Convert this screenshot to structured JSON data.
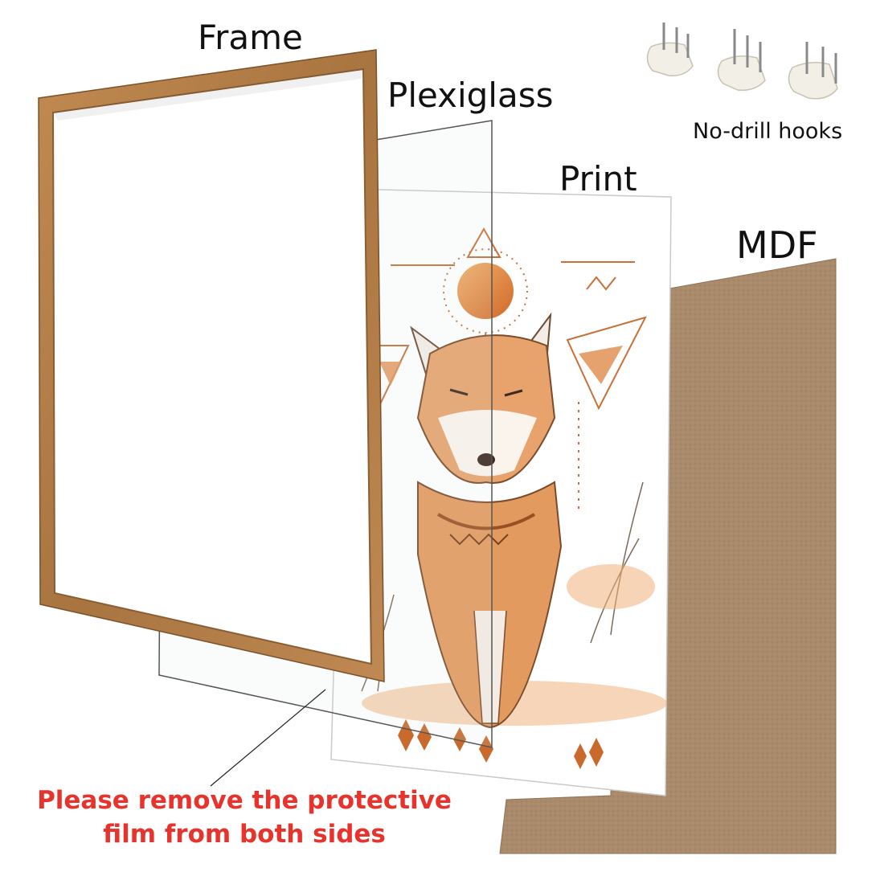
{
  "labels": {
    "frame": "Frame",
    "plexiglass": "Plexiglass",
    "print": "Print",
    "mdf": "MDF",
    "hooks": "No-drill hooks"
  },
  "notice": {
    "line1": "Please remove the protective",
    "line2": "film from both sides",
    "color": "#e8332d"
  },
  "colors": {
    "frame_wood": "#b07a43",
    "mdf_board": "#a98b6c",
    "print_accent": "#d4783a"
  }
}
